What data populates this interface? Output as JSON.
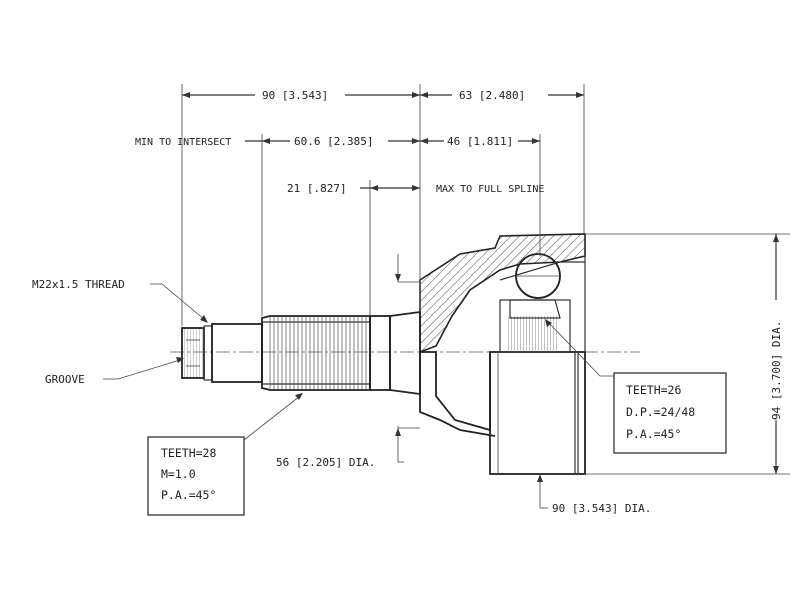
{
  "dimensions": {
    "overall_left": "90 [3.543]",
    "overall_right": "63 [2.480]",
    "min_to_intersect_label": "MIN TO INTERSECT",
    "min_to_intersect": "60.6 [2.385]",
    "right_46": "46 [1.811]",
    "spline_21": "21 [.827]",
    "max_to_full_spline": "MAX TO FULL SPLINE",
    "dia_94": "94 [3.700] DIA.",
    "dia_56": "56 [2.205] DIA.",
    "dia_90": "90 [3.543] DIA."
  },
  "callouts": {
    "thread": "M22x1.5 THREAD",
    "groove": "GROOVE"
  },
  "outer_spline_box": {
    "teeth": "TEETH=28",
    "module": "M=1.0",
    "pressure_angle": "P.A.=45°"
  },
  "inner_spline_box": {
    "teeth": "TEETH=26",
    "dp": "D.P.=24/48",
    "pressure_angle": "P.A.=45°"
  }
}
